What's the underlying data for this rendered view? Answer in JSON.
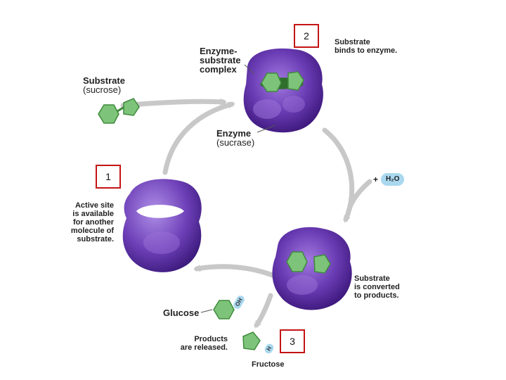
{
  "steps": {
    "step1": "1",
    "step2": "2",
    "step3": "3"
  },
  "labels": {
    "substrate_title": "Substrate",
    "substrate_sub": "(sucrose)",
    "complex_line1": "Enzyme-",
    "complex_line2": "substrate",
    "complex_line3": "complex",
    "binds_line1": "Substrate",
    "binds_line2": "binds to enzyme.",
    "enzyme_title": "Enzyme",
    "enzyme_sub": "(sucrase)",
    "plus": "+",
    "water": "H₂O",
    "active_line1": "Active site",
    "active_line2": "is available",
    "active_line3": "for another",
    "active_line4": "molecule of",
    "active_line5": "substrate.",
    "converted_line1": "Substrate",
    "converted_line2": "is converted",
    "converted_line3": "to products.",
    "glucose": "Glucose",
    "oh": "OH",
    "released_line1": "Products",
    "released_line2": "are released.",
    "h": "H",
    "fructose": "Fructose"
  },
  "colors": {
    "enzyme_dark": "#4a1f8c",
    "enzyme_light": "#8a5cd0",
    "substrate_green": "#7dc47a",
    "substrate_dark": "#3f8a3c",
    "arrow_gray": "#c8c8c8",
    "step_border": "#c41414",
    "water_blue": "#a9d8ef"
  }
}
